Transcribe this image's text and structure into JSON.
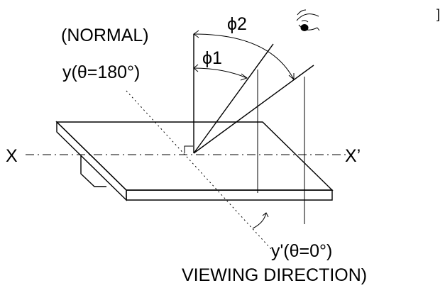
{
  "labels": {
    "normal": "(NORMAL)",
    "phi2": "ϕ2",
    "phi1": "ϕ1",
    "y_top": "y(θ=180°)",
    "x_left": "X",
    "x_right": "X’",
    "y_bottom": "y'(θ=0°)",
    "viewing_direction": "VIEWING  DIRECTION)",
    "corner_mark": "]"
  },
  "icons": {
    "viewer": "eye-icon"
  }
}
